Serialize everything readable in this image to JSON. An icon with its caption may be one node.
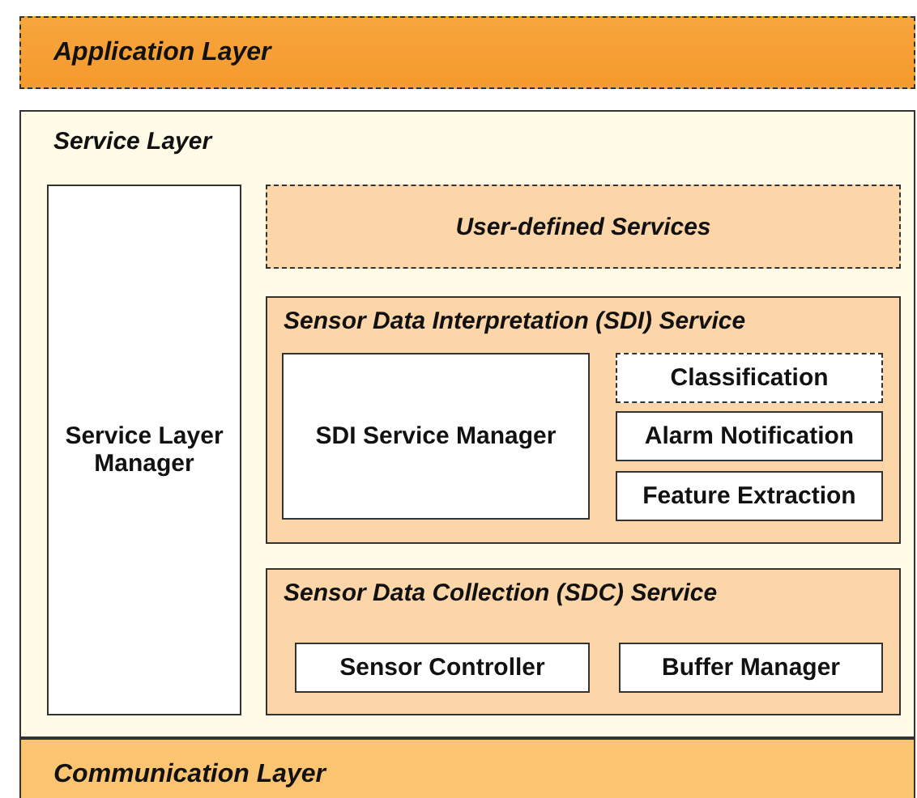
{
  "diagram": {
    "nodes": [
      {
        "text": [
          "Application Layer"
        ]
      },
      {
        "text": [
          "Service Layer"
        ]
      },
      {
        "text": [
          "Service Layer Manager"
        ],
        "in": 1
      },
      {
        "text": [
          "User-defined Services"
        ],
        "in": 1
      },
      {
        "text": [
          "Sensor Data Interpretation (SDI) Service"
        ],
        "in": 1
      },
      {
        "text": [
          "SDI Service Manager"
        ],
        "in": 4
      },
      {
        "text": [
          "Classification"
        ],
        "in": 4
      },
      {
        "text": [
          "Alarm Notification"
        ],
        "in": 4
      },
      {
        "text": [
          "Feature Extraction"
        ],
        "in": 4
      },
      {
        "text": [
          "Sensor Data Collection (SDC) Service"
        ],
        "in": 1
      },
      {
        "text": [
          "Sensor Controller"
        ],
        "in": 9
      },
      {
        "text": [
          "Buffer Manager"
        ],
        "in": 9
      },
      {
        "text": [
          "Communication Layer"
        ]
      }
    ],
    "edges": []
  }
}
